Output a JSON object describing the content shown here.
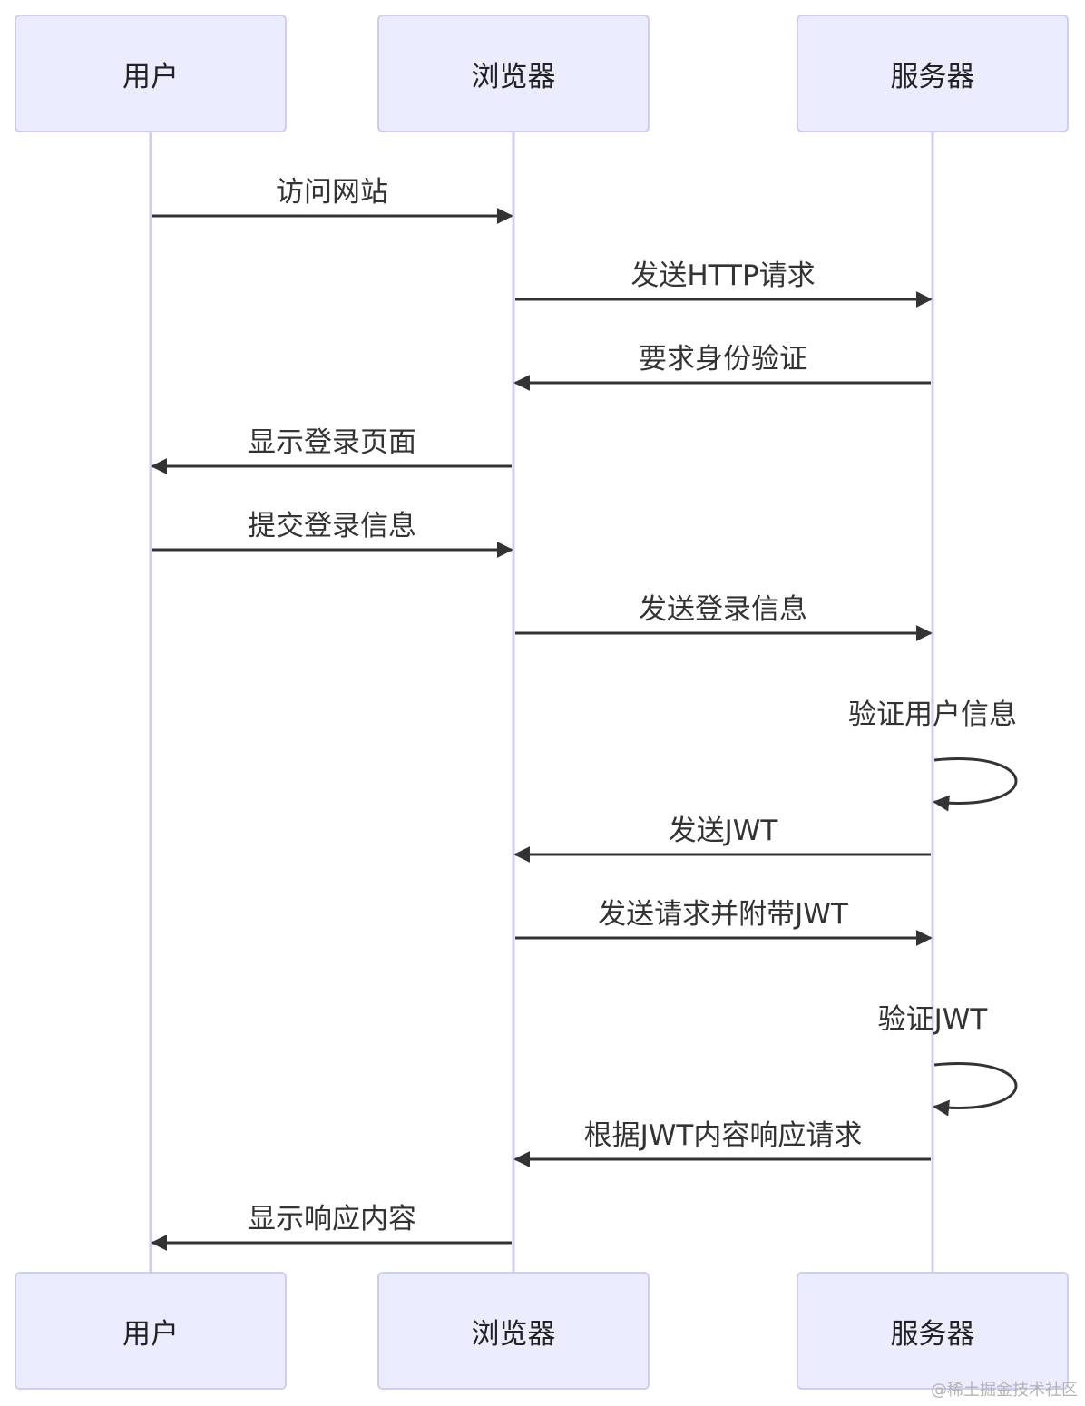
{
  "participants": [
    "用户",
    "浏览器",
    "服务器"
  ],
  "messages": [
    {
      "from": 0,
      "to": 1,
      "text": "访问网站"
    },
    {
      "from": 1,
      "to": 2,
      "text": "发送HTTP请求"
    },
    {
      "from": 2,
      "to": 1,
      "text": "要求身份验证"
    },
    {
      "from": 1,
      "to": 0,
      "text": "显示登录页面"
    },
    {
      "from": 0,
      "to": 1,
      "text": "提交登录信息"
    },
    {
      "from": 1,
      "to": 2,
      "text": "发送登录信息"
    },
    {
      "from": 2,
      "to": 2,
      "text": "验证用户信息"
    },
    {
      "from": 2,
      "to": 1,
      "text": "发送JWT"
    },
    {
      "from": 1,
      "to": 2,
      "text": "发送请求并附带JWT"
    },
    {
      "from": 2,
      "to": 2,
      "text": "验证JWT"
    },
    {
      "from": 2,
      "to": 1,
      "text": "根据JWT内容响应请求"
    },
    {
      "from": 1,
      "to": 0,
      "text": "显示响应内容"
    }
  ],
  "watermark": "@稀土掘金技术社区",
  "colors": {
    "actor_fill": "#ececff",
    "actor_border": "#cfcdf0",
    "lifeline": "#cfcdf0",
    "arrow": "#333333"
  }
}
